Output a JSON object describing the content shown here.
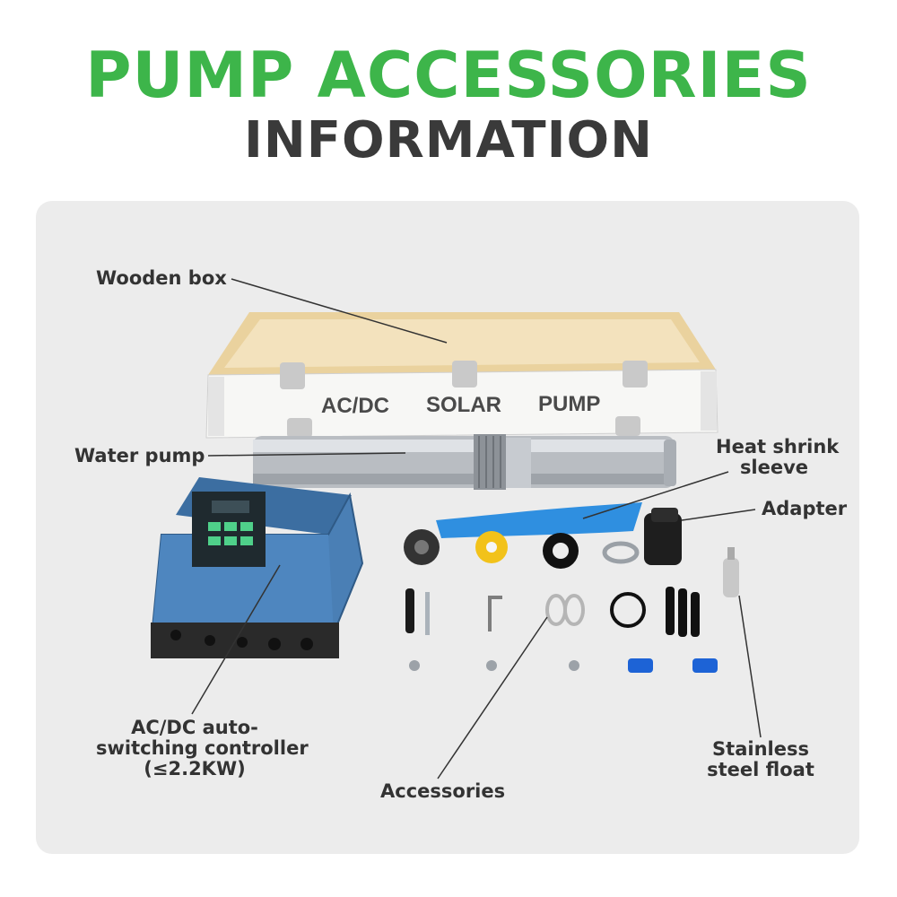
{
  "header": {
    "title": "PUMP ACCESSORIES",
    "subtitle": "INFORMATION"
  },
  "box_print": {
    "word1": "AC/DC",
    "word2": "SOLAR",
    "word3": "PUMP"
  },
  "labels": {
    "wooden_box": "Wooden box",
    "water_pump": "Water pump",
    "heat_shrink_line1": "Heat shrink",
    "heat_shrink_line2": "sleeve",
    "adapter": "Adapter",
    "controller_line1": "AC/DC auto-",
    "controller_line2": "switching controller",
    "controller_line3": "(≤2.2KW)",
    "accessories": "Accessories",
    "float_line1": "Stainless",
    "float_line2": "steel float"
  },
  "colors": {
    "title_green": "#3db54a",
    "subtitle_gray": "#3a3a3a",
    "panel_bg": "#ececec",
    "controller_blue": "#4a7fb5",
    "sleeve_blue": "#2f8fe0",
    "wood": "#f1dfb8"
  }
}
